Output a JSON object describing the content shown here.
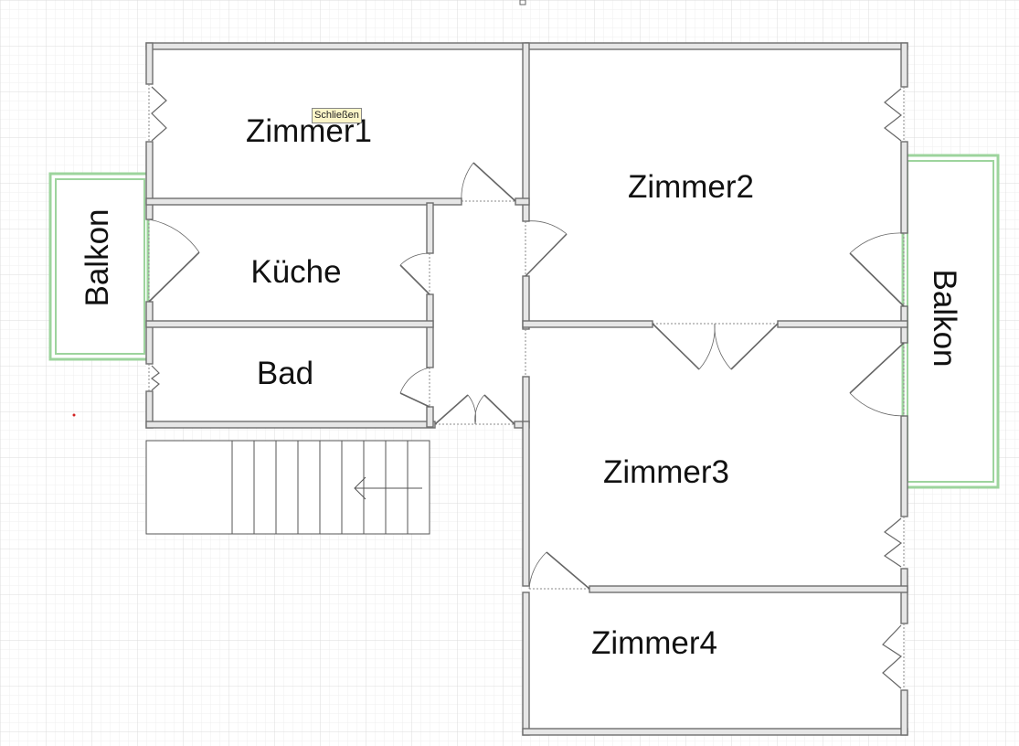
{
  "floor_plan": {
    "rooms": [
      {
        "id": "zimmer1",
        "label": "Zimmer1"
      },
      {
        "id": "zimmer2",
        "label": "Zimmer2"
      },
      {
        "id": "kueche",
        "label": "Küche"
      },
      {
        "id": "bad",
        "label": "Bad"
      },
      {
        "id": "zimmer3",
        "label": "Zimmer3"
      },
      {
        "id": "zimmer4",
        "label": "Zimmer4"
      },
      {
        "id": "balkon_left",
        "label": "Balkon"
      },
      {
        "id": "balkon_right",
        "label": "Balkon"
      }
    ],
    "tooltip": "Schließen",
    "colors": {
      "wall": "#7a7a7a",
      "wall_fill": "#ffffff",
      "balcony_border": "#8fce8f",
      "grid_minor": "#eeeeee",
      "grid_major": "#dedede",
      "tooltip_bg": "#fdf6c8"
    }
  }
}
